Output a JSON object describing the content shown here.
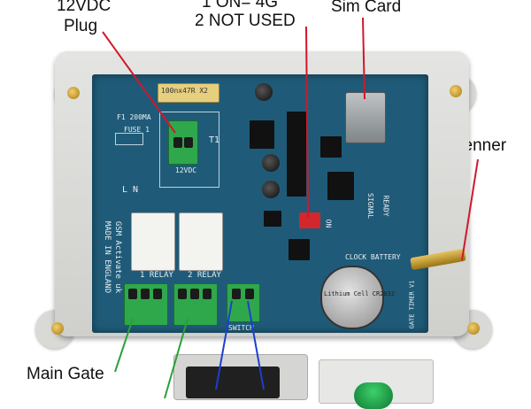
{
  "callouts": {
    "plug_line1": "12VDC",
    "plug_line2": "Plug",
    "dip_line1": "1 ON= 4G",
    "dip_line2": "2 NOT USED",
    "sim": "Sim Card",
    "antenna": "Antenner",
    "main_gate": "Main Gate"
  },
  "board": {
    "capacitor_label": "100nx47R X2",
    "fuse_label": "F1 200MA",
    "fuse2_label": "FUSE 1",
    "t1_label": "T1",
    "supply_label": "12VDC",
    "ln_label": "L  N",
    "maker_line1": "GSM Activate uk",
    "maker_line2": "MADE IN ENGLAND",
    "relay1_label": "1 RELAY",
    "relay2_label": "2 RELAY",
    "switch_label": "SWITCH",
    "clock_label": "CLOCK BATTERY",
    "gate_timer_label": "GATE TIMER V1",
    "signal_label": "SIGNAL",
    "ready_label": "READY",
    "on_label": "ON",
    "battery_label": "Lithium Cell CR2032"
  },
  "colors": {
    "pcb": "#1f5b78",
    "terminal": "#2fa84b",
    "callout_red": "#d0182a",
    "callout_green": "#2aa03a",
    "callout_blue": "#1b3fd0"
  }
}
